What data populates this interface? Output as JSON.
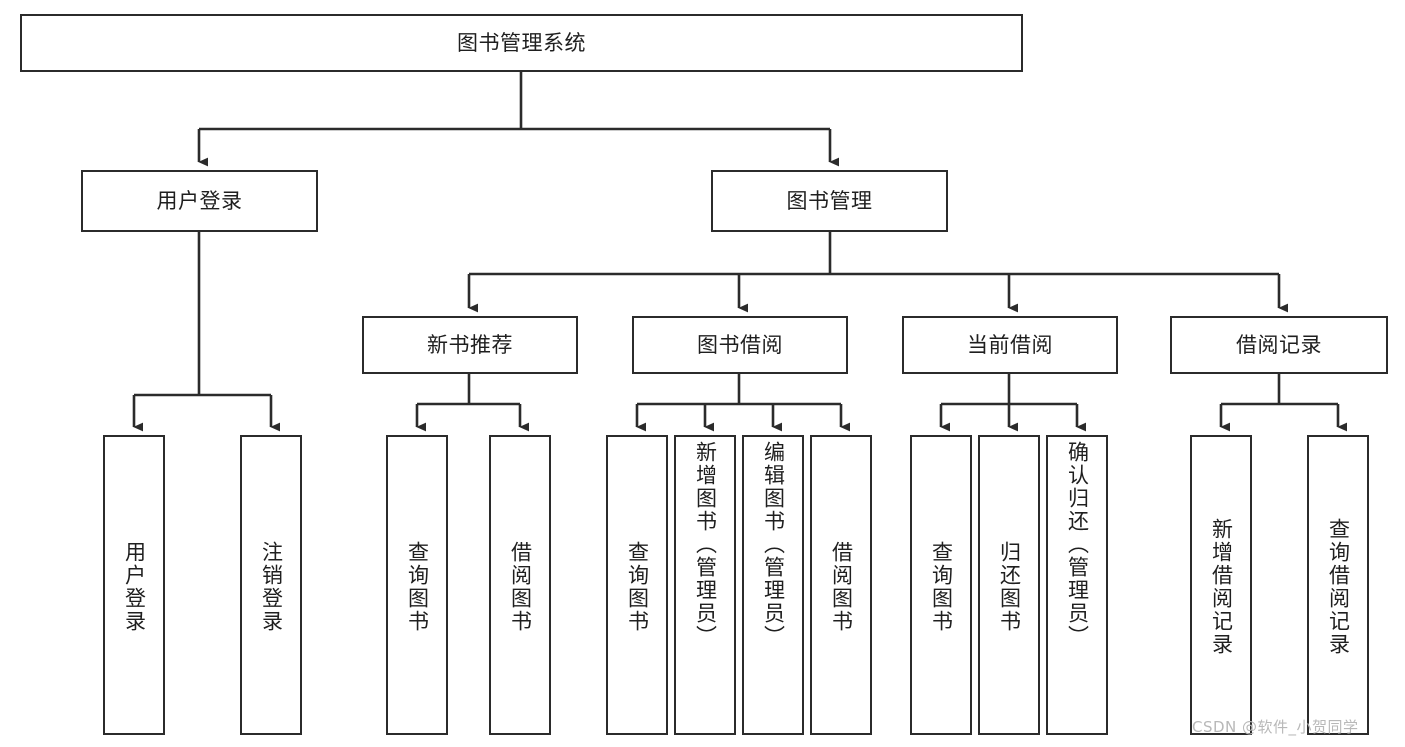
{
  "diagram": {
    "type": "hierarchy-tree",
    "title": "图书管理系统",
    "watermark": "CSDN @软件_小贺同学",
    "colors": {
      "box_border": "#2b2b2b",
      "box_fill": "#ffffff",
      "connector": "#2b2b2b",
      "text": "#1f1f1f",
      "watermark": "#b8b8b8"
    },
    "root": {
      "label": "图书管理系统"
    },
    "level2": [
      {
        "label": "用户登录"
      },
      {
        "label": "图书管理"
      }
    ],
    "level3": [
      {
        "label": "新书推荐"
      },
      {
        "label": "图书借阅"
      },
      {
        "label": "当前借阅"
      },
      {
        "label": "借阅记录"
      }
    ],
    "leaves": {
      "user_login": [
        {
          "label": "用户登录"
        },
        {
          "label": "注销登录"
        }
      ],
      "new_book_recommend": [
        {
          "label": "查询图书"
        },
        {
          "label": "借阅图书"
        }
      ],
      "book_borrow": [
        {
          "label": "查询图书"
        },
        {
          "label": "新增图书（管理员）"
        },
        {
          "label": "编辑图书（管理员）"
        },
        {
          "label": "借阅图书"
        }
      ],
      "current_borrow": [
        {
          "label": "查询图书"
        },
        {
          "label": "归还图书"
        },
        {
          "label": "确认归还（管理员）"
        }
      ],
      "borrow_record": [
        {
          "label": "新增借阅记录"
        },
        {
          "label": "查询借阅记录"
        }
      ]
    }
  }
}
